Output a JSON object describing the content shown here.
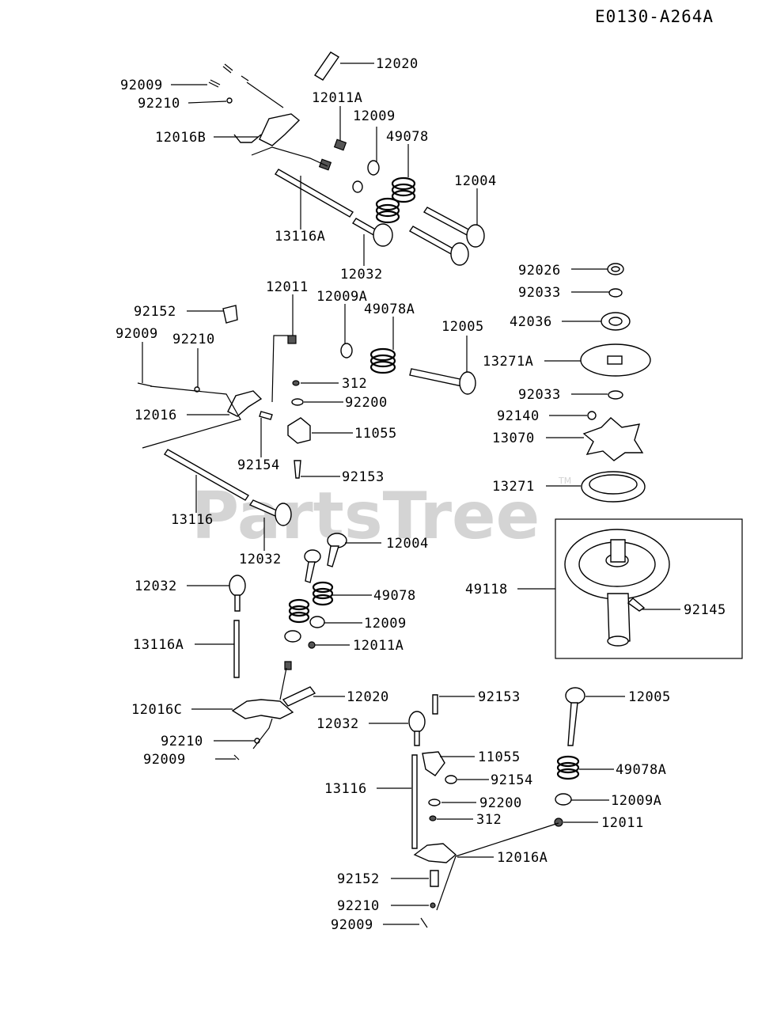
{
  "diagram": {
    "code": "E0130-A264A",
    "watermark": "PartsTree",
    "trademark": "TM",
    "labels": [
      "12020",
      "92009",
      "92210",
      "12011A",
      "12009",
      "12016B",
      "49078",
      "12004",
      "13116A",
      "12032",
      "92026",
      "92033",
      "42036",
      "13271A",
      "92033",
      "92140",
      "13070",
      "13271",
      "92152",
      "12011",
      "12009A",
      "49078A",
      "12005",
      "92009",
      "92210",
      "312",
      "92200",
      "12016",
      "11055",
      "92154",
      "92153",
      "13116",
      "12032",
      "12004",
      "49078",
      "12032",
      "12009",
      "12011A",
      "13116A",
      "12016C",
      "12020",
      "92210",
      "92009",
      "49118",
      "92145",
      "92153",
      "12005",
      "12032",
      "11055",
      "92154",
      "49078A",
      "13116",
      "92200",
      "12009A",
      "312",
      "12011",
      "12016A",
      "92152",
      "92210",
      "92009"
    ]
  }
}
